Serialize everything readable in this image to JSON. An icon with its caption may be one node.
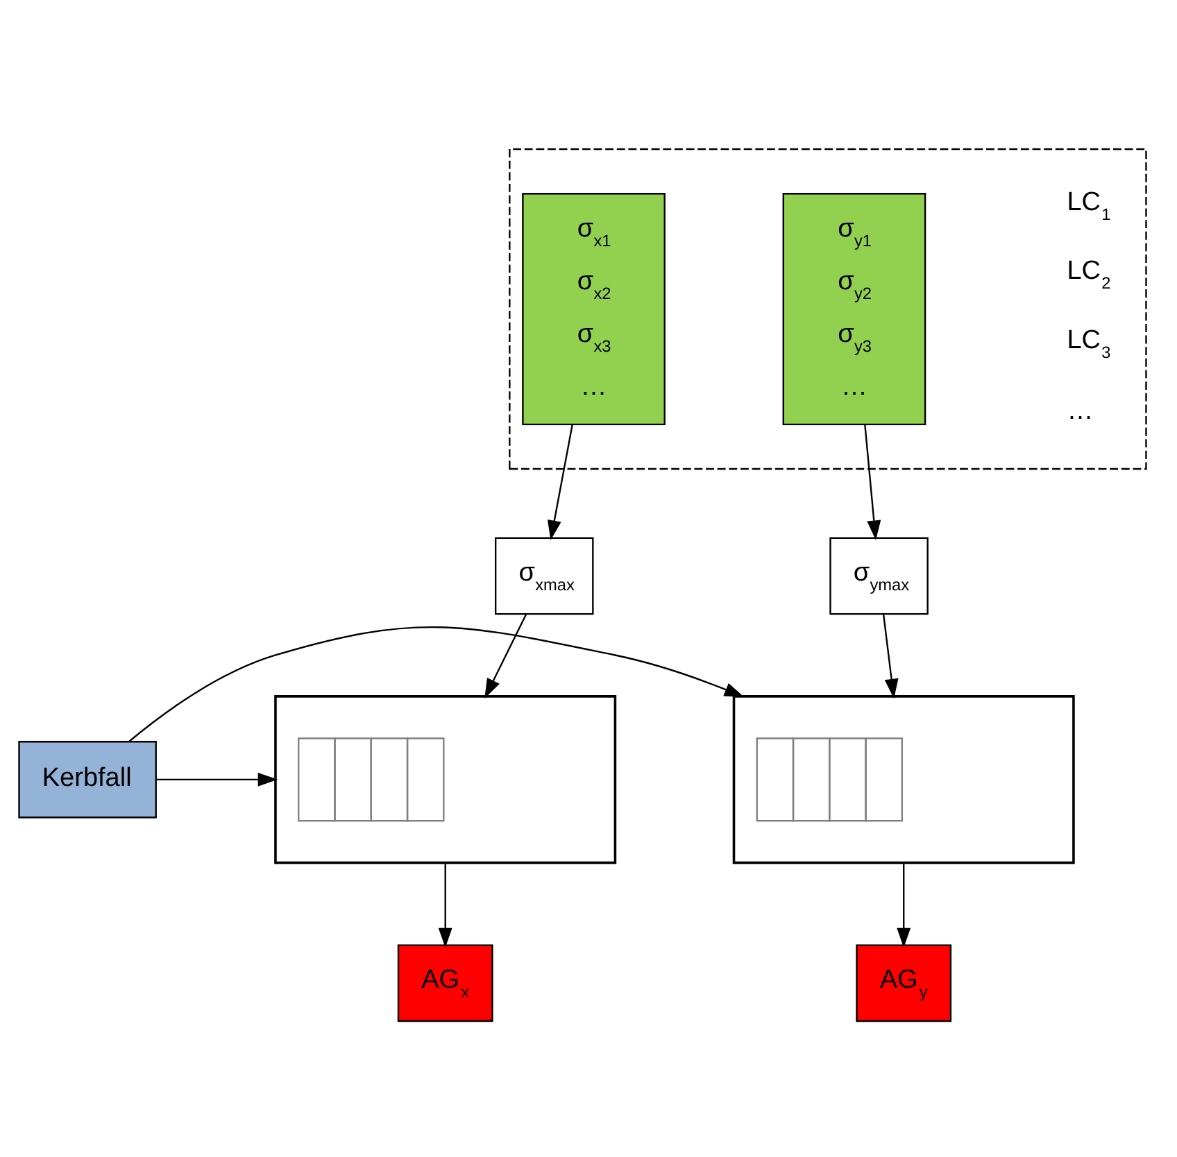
{
  "diagram": {
    "nodes": [
      {
        "text": [],
        "shape": "box"
      },
      {
        "text": [
          "σ$_{x1}$",
          "σ$_{x2}$",
          "σ$_{x3}$",
          "…"
        ],
        "in": 0
      },
      {
        "text": [
          "σ$_{y1}$",
          "σ$_{y2}$",
          "σ$_{y3}$",
          "…"
        ],
        "in": 0
      },
      {
        "text": [
          "σ$_{xmax}$"
        ]
      },
      {
        "text": [
          "σ$_{ymax}$"
        ]
      },
      {
        "text": [],
        "shape": "picture"
      },
      {
        "text": [],
        "shape": "picture"
      },
      {
        "text": [
          "Kerbfall"
        ]
      },
      {
        "text": [
          "AG$_{x}$"
        ]
      },
      {
        "text": [
          "AG$_{y}$"
        ]
      }
    ],
    "edges": [
      {
        "from": 1,
        "to": 3,
        "arrow": "to"
      },
      {
        "from": 2,
        "to": 4,
        "arrow": "to"
      },
      {
        "from": 3,
        "to": 5,
        "arrow": "to"
      },
      {
        "from": 4,
        "to": 6,
        "arrow": "to"
      },
      {
        "from": 7,
        "to": 5,
        "arrow": "to"
      },
      {
        "from": 7,
        "to": 6,
        "arrow": "to"
      },
      {
        "from": 5,
        "to": 8,
        "arrow": "to"
      },
      {
        "from": 6,
        "to": 9,
        "arrow": "to"
      }
    ],
    "labels": [
      "LC$_{1}$",
      "LC$_{2}$",
      "LC$_{3}$",
      "…"
    ]
  }
}
